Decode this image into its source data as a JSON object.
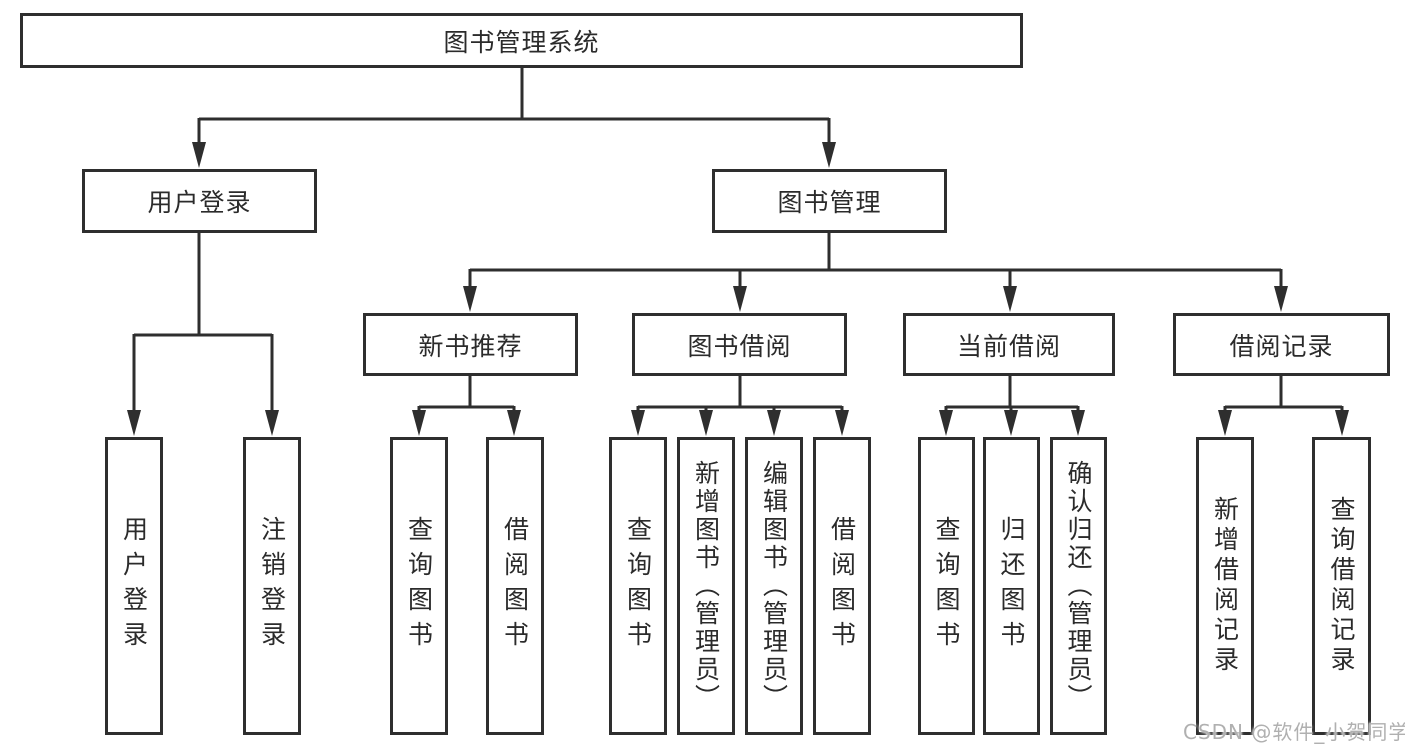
{
  "colors": {
    "background": "#ffffff",
    "line": "#2e2e2e",
    "box_border": "#2e2e2e",
    "text": "#2b2b2b",
    "watermark": "#b0b0b0"
  },
  "watermark": {
    "text": "CSDN @软件_小贺同学"
  },
  "diagram": {
    "type": "tree",
    "root": {
      "label": "图书管理系统",
      "children": [
        {
          "label": "用户登录",
          "children": [
            {
              "label": "用户登录"
            },
            {
              "label": "注销登录"
            }
          ]
        },
        {
          "label": "图书管理",
          "children": [
            {
              "label": "新书推荐",
              "children": [
                {
                  "label": "查询图书"
                },
                {
                  "label": "借阅图书"
                }
              ]
            },
            {
              "label": "图书借阅",
              "children": [
                {
                  "label": "查询图书"
                },
                {
                  "label": "新增图书（管理员）"
                },
                {
                  "label": "编辑图书（管理员）"
                },
                {
                  "label": "借阅图书"
                }
              ]
            },
            {
              "label": "当前借阅",
              "children": [
                {
                  "label": "查询图书"
                },
                {
                  "label": "归还图书"
                },
                {
                  "label": "确认归还（管理员）"
                }
              ]
            },
            {
              "label": "借阅记录",
              "children": [
                {
                  "label": "新增借阅记录"
                },
                {
                  "label": "查询借阅记录"
                }
              ]
            }
          ]
        }
      ]
    }
  }
}
